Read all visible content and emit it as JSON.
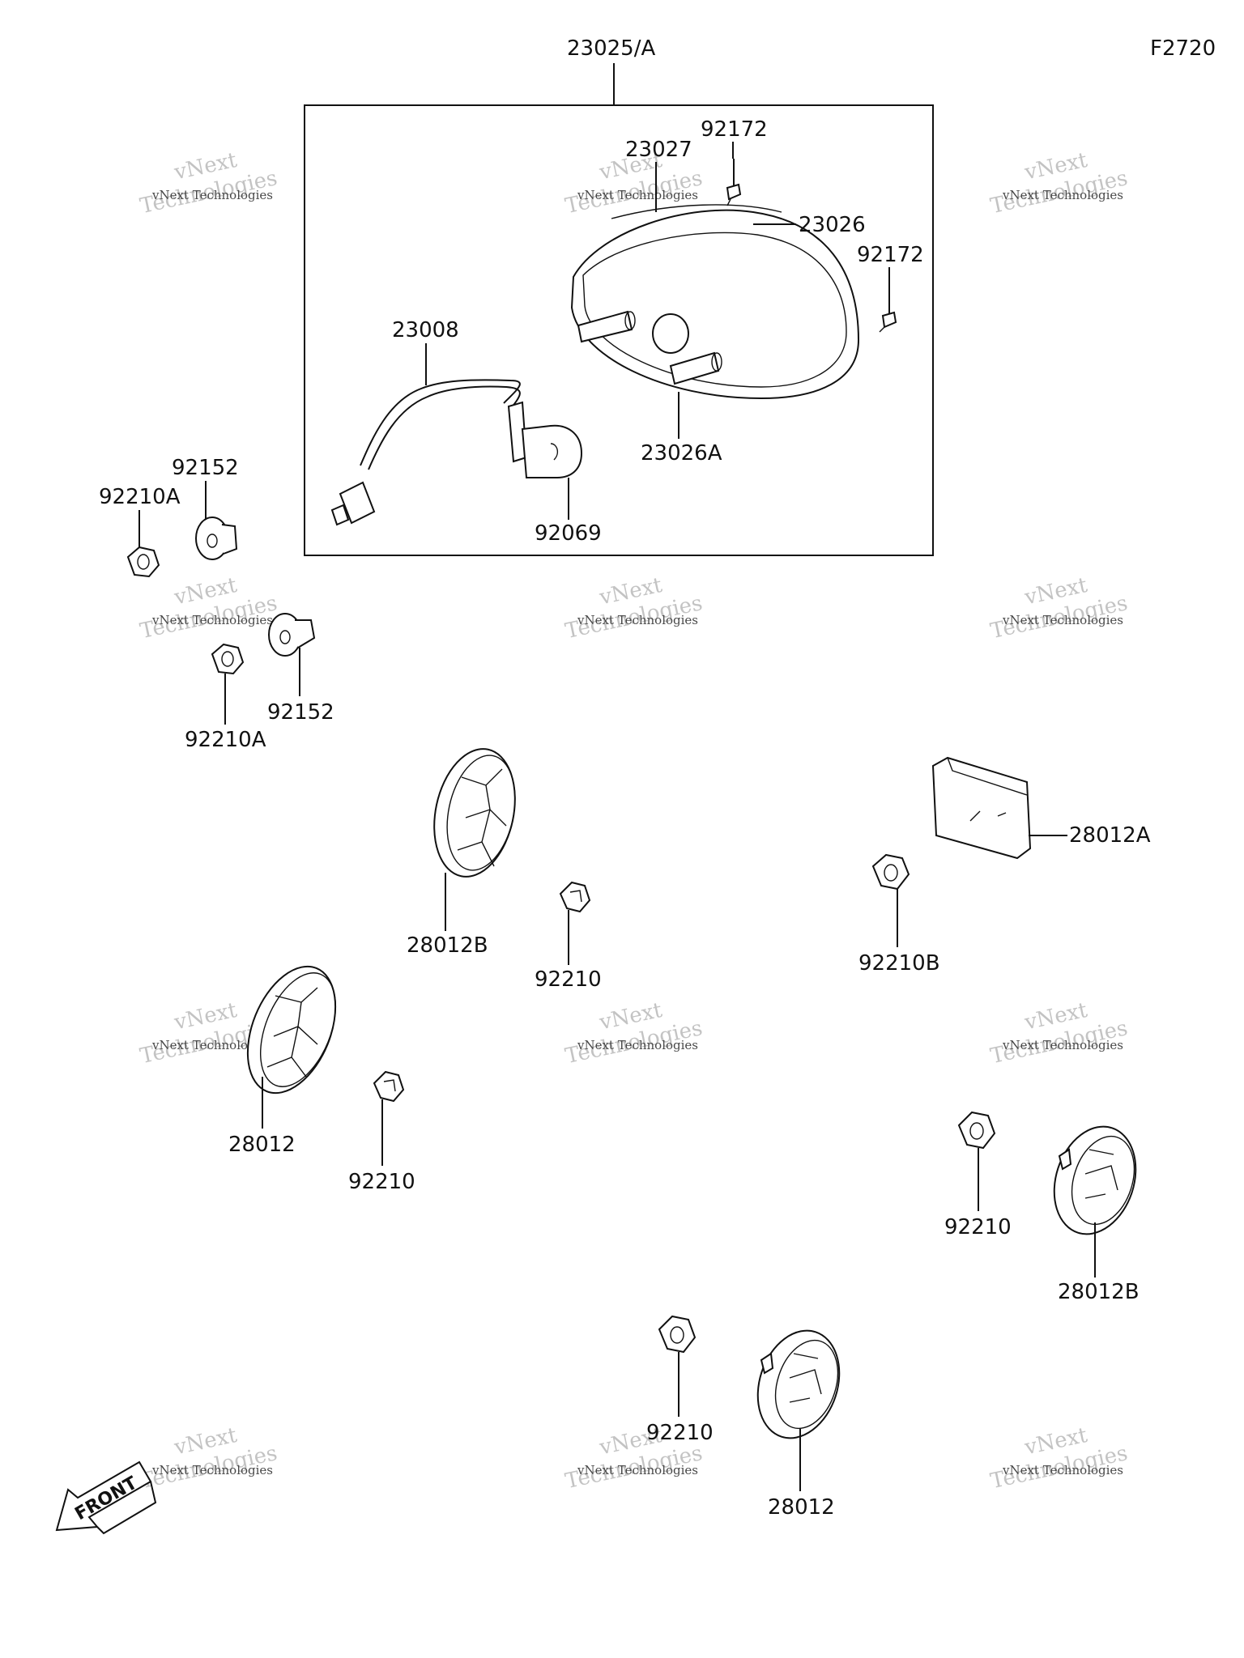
{
  "figure_code": "F2720",
  "assembly_label": "23025/A",
  "parts": {
    "p23027": "23027",
    "p92172_top": "92172",
    "p23026": "23026",
    "p92172_right": "92172",
    "p23008": "23008",
    "p23026A": "23026A",
    "p92069": "92069",
    "p92152_a": "92152",
    "p92210A_a": "92210A",
    "p92152_b": "92152",
    "p92210A_b": "92210A",
    "p28012A": "28012A",
    "p28012B_a": "28012B",
    "p92210_a": "92210",
    "p92210B": "92210B",
    "p28012_a": "28012",
    "p92210_b": "92210",
    "p92210_c": "92210",
    "p28012B_b": "28012B",
    "p92210_d": "92210",
    "p28012_b": "28012"
  },
  "front_arrow_label": "FRONT",
  "watermark": {
    "line1": "vNext",
    "line2": "vNext Technologies",
    "line3": "Technologies"
  }
}
